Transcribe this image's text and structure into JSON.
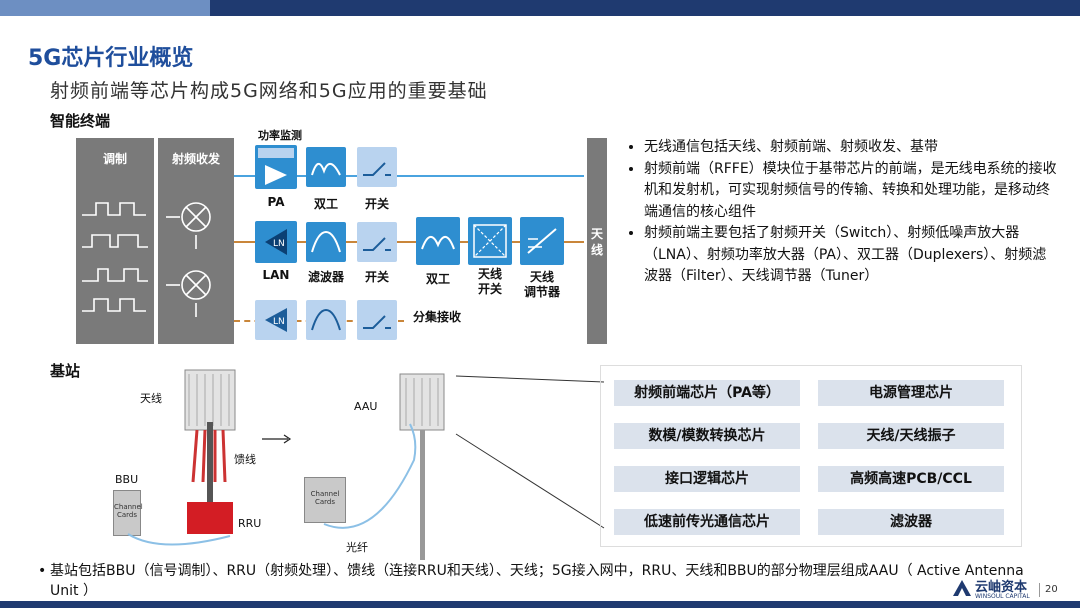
{
  "header": {
    "title": "5G芯片行业概览",
    "subtitle": "射频前端等芯片构成5G网络和5G应用的重要基础"
  },
  "terminal": {
    "section_label": "智能终端",
    "modulation_label": "调制",
    "transceiver_label": "射频收发",
    "power_monitor_label": "功率监测",
    "pa_label": "PA",
    "duplexer_label": "双工",
    "switch_label": "开关",
    "lan_label": "LAN",
    "filter_label": "滤波器",
    "ln_label": "LN",
    "duplexer2_label": "双工",
    "antenna_switch_label": "天线\n开关",
    "tuner_label": "天线\n调节器",
    "antenna_label": "天\n线",
    "diversity_label": "分集接收"
  },
  "bullets": [
    "无线通信包括天线、射频前端、射频收发、基带",
    "射频前端（RFFE）模块位于基带芯片的前端，是无线电系统的接收机和发射机，可实现射频信号的传输、转换和处理功能，是移动终端通信的核心组件",
    "射频前端主要包括了射频开关（Switch）、射频低噪声放大器（LNA）、射频功率放大器（PA）、双工器（Duplexers）、射频滤波器（Filter）、天线调节器（Tuner）"
  ],
  "base_station": {
    "section_label": "基站",
    "antenna_label": "天线",
    "feeder_label": "馈线",
    "bbu_label": "BBU",
    "rru_label": "RRU",
    "aau_label": "AAU",
    "fiber_label": "光纤",
    "channel_cards_label": "Channel\nCards"
  },
  "chips": [
    "射频前端芯片（PA等）",
    "电源管理芯片",
    "数模/模数转换芯片",
    "天线/天线振子",
    "接口逻辑芯片",
    "高频高速PCB/CCL",
    "低速前传光通信芯片",
    "滤波器"
  ],
  "bottom_note": "基站包括BBU（信号调制）、RRU（射频处理）、馈线（连接RRU和天线）、天线；5G接入网中，RRU、天线和BBU的部分物理层组成AAU（ Active Antenna Unit ）",
  "footer": {
    "brand": "云岫资本",
    "brand_en": "WINSOUL CAPITAL",
    "page_number": "20"
  },
  "colors": {
    "accent": "#1f4e9c",
    "header_dark": "#1f3a70",
    "block_blue": "#2e8ed0",
    "block_light": "#b9d3ef",
    "chip_bg": "#dbe2ec"
  }
}
